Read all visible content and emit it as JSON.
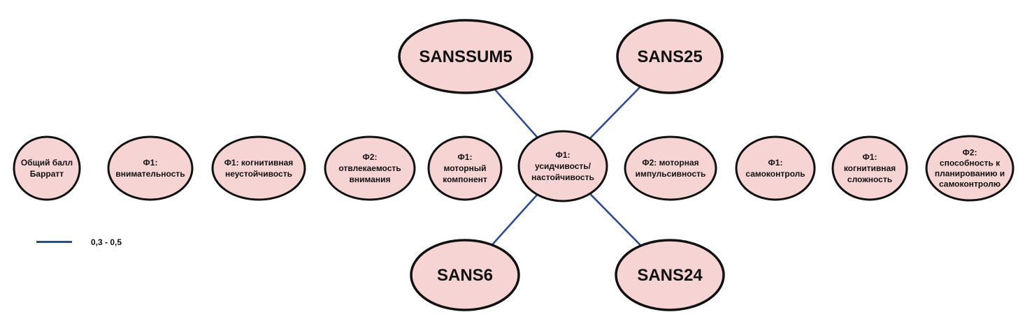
{
  "colors": {
    "node_fill": "#f7d4d4",
    "node_stroke": "#111111",
    "edge": "#2f4b8f"
  },
  "nodes": {
    "barratt_total": [
      "Общий балл",
      "Барратт"
    ],
    "f1_attention": [
      "Ф1:",
      "внимательность"
    ],
    "f1_cognitive_instability": [
      "Ф1: когнитивная",
      "неустойчивость"
    ],
    "f2_distractibility": [
      "Ф2:",
      "отвлекаемость",
      "внимания"
    ],
    "f1_motor": [
      "Ф1:",
      "моторный",
      "компонент"
    ],
    "f1_perseverance": [
      "Ф1:",
      "усидчивость/",
      "настойчивость"
    ],
    "f2_motor_impulsivity": [
      "Ф2: моторная",
      "импульсивность"
    ],
    "f1_self_control": [
      "Ф1:",
      "самоконтроль"
    ],
    "f1_cognitive_complexity": [
      "Ф1:",
      "когнитивная",
      "сложность"
    ],
    "f2_planning": [
      "Ф2:",
      "способность к",
      "планированию и",
      "самоконтролю"
    ],
    "sanssum5": [
      "SANSSUM5"
    ],
    "sans25": [
      "SANS25"
    ],
    "sans6": [
      "SANS6"
    ],
    "sans24": [
      "SANS24"
    ]
  },
  "edges": [
    {
      "from": "f1_perseverance",
      "to": "sanssum5",
      "range": "0,3 - 0,5"
    },
    {
      "from": "f1_perseverance",
      "to": "sans25",
      "range": "0,3 - 0,5"
    },
    {
      "from": "f1_perseverance",
      "to": "sans6",
      "range": "0,3 - 0,5"
    },
    {
      "from": "f1_perseverance",
      "to": "sans24",
      "range": "0,3 - 0,5"
    }
  ],
  "legend": {
    "label": "0,3 - 0,5"
  }
}
